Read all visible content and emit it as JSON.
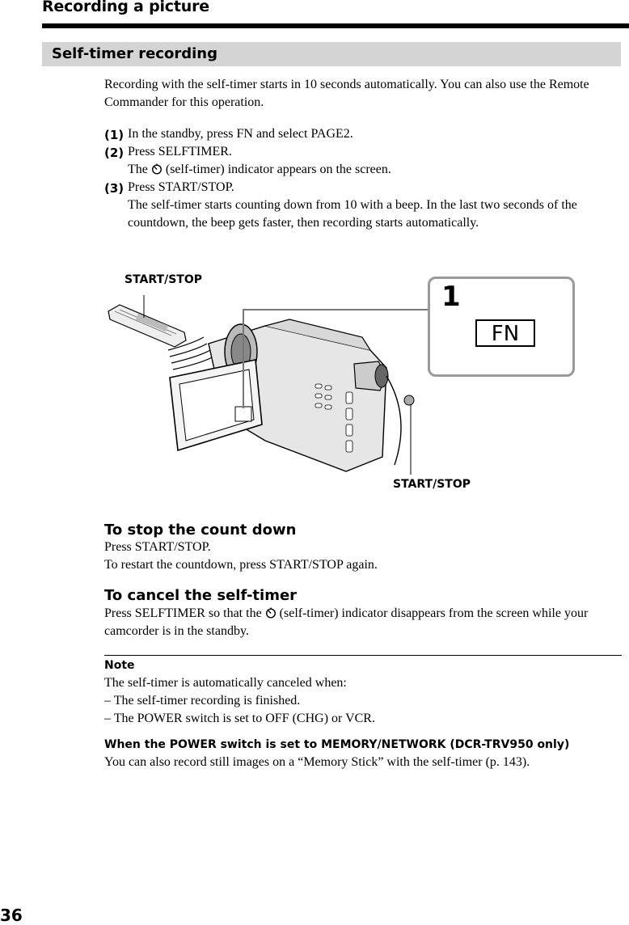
{
  "header": {
    "title": "Recording a picture"
  },
  "section": {
    "title": "Self-timer recording"
  },
  "intro": "Recording with the self-timer starts in 10 seconds automatically. You can also use the Remote Commander for this operation.",
  "steps": [
    {
      "num": "(1)",
      "text": "In the standby, press FN and select PAGE2."
    },
    {
      "num": "(2)",
      "text": "Press SELFTIMER.",
      "sub_before": "The",
      "sub_after": "(self-timer) indicator appears on the  screen."
    },
    {
      "num": "(3)",
      "text": "Press START/STOP.",
      "sub": "The self-timer starts counting down from 10 with a beep. In the last two seconds of the countdown, the beep gets faster, then recording starts automatically."
    }
  ],
  "illustration": {
    "remote_label": "START/STOP",
    "camera_label": "START/STOP",
    "callout_number": "1",
    "callout_key": "FN"
  },
  "stop_section": {
    "heading": "To stop the count down",
    "line1": "Press START/STOP.",
    "line2": "To restart the countdown, press START/STOP again."
  },
  "cancel_section": {
    "heading": "To cancel the self-timer",
    "text_before": "Press SELFTIMER so that the",
    "text_after": "(self-timer) indicator disappears from the screen while your camcorder is in the standby."
  },
  "note": {
    "heading": "Note",
    "line1": "The self-timer is automatically canceled when:",
    "line2": "– The self-timer recording is finished.",
    "line3": "– The POWER switch is set to OFF (CHG) or VCR."
  },
  "memory_section": {
    "heading": "When the POWER switch is set to MEMORY/NETWORK (DCR-TRV950 only)",
    "text": "You can also record still images on a “Memory Stick” with the self-timer (p. 143)."
  },
  "page_number": "36"
}
